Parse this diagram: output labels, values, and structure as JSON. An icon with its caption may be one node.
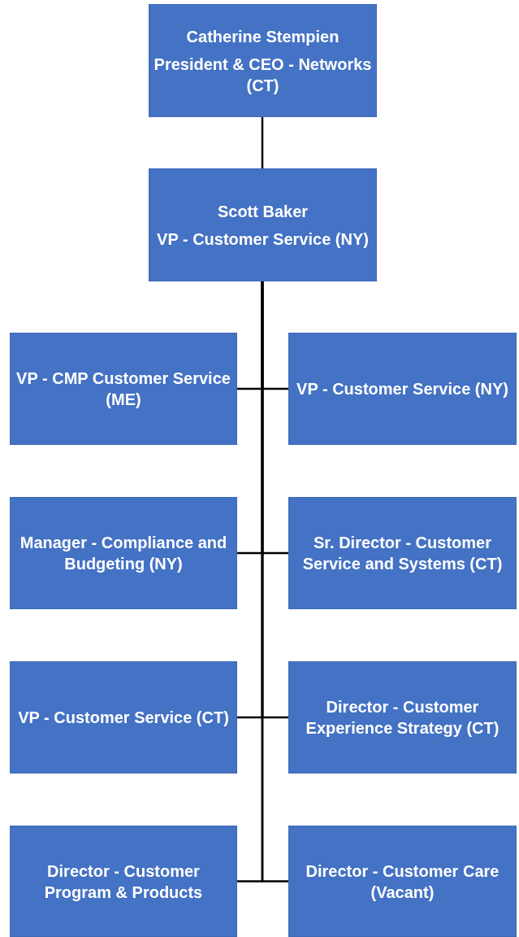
{
  "diagram": {
    "nodes": [
      {
        "text": [
          "Catherine Stempien",
          "President & CEO - Networks (CT)"
        ]
      },
      {
        "text": [
          "Scott Baker",
          "VP - Customer Service (NY)"
        ]
      },
      {
        "text": [
          "VP - CMP Customer Service (ME)"
        ]
      },
      {
        "text": [
          "VP - Customer Service (NY)"
        ]
      },
      {
        "text": [
          "Manager - Compliance and Budgeting (NY)"
        ]
      },
      {
        "text": [
          "Sr. Director - Customer Service and Systems (CT)"
        ]
      },
      {
        "text": [
          "VP - Customer Service (CT)"
        ]
      },
      {
        "text": [
          "Director - Customer Experience Strategy (CT)"
        ]
      },
      {
        "text": [
          "Director - Customer Program & Products"
        ]
      },
      {
        "text": [
          "Director - Customer Care (Vacant)"
        ]
      }
    ],
    "edges": [
      {
        "from": 0,
        "to": 1,
        "arrow": "none"
      },
      {
        "from": 1,
        "to": 2,
        "arrow": "none"
      },
      {
        "from": 1,
        "to": 3,
        "arrow": "none"
      },
      {
        "from": 1,
        "to": 4,
        "arrow": "none"
      },
      {
        "from": 1,
        "to": 5,
        "arrow": "none"
      },
      {
        "from": 1,
        "to": 6,
        "arrow": "none"
      },
      {
        "from": 1,
        "to": 7,
        "arrow": "none"
      },
      {
        "from": 1,
        "to": 8,
        "arrow": "none"
      },
      {
        "from": 1,
        "to": 9,
        "arrow": "none"
      }
    ]
  }
}
